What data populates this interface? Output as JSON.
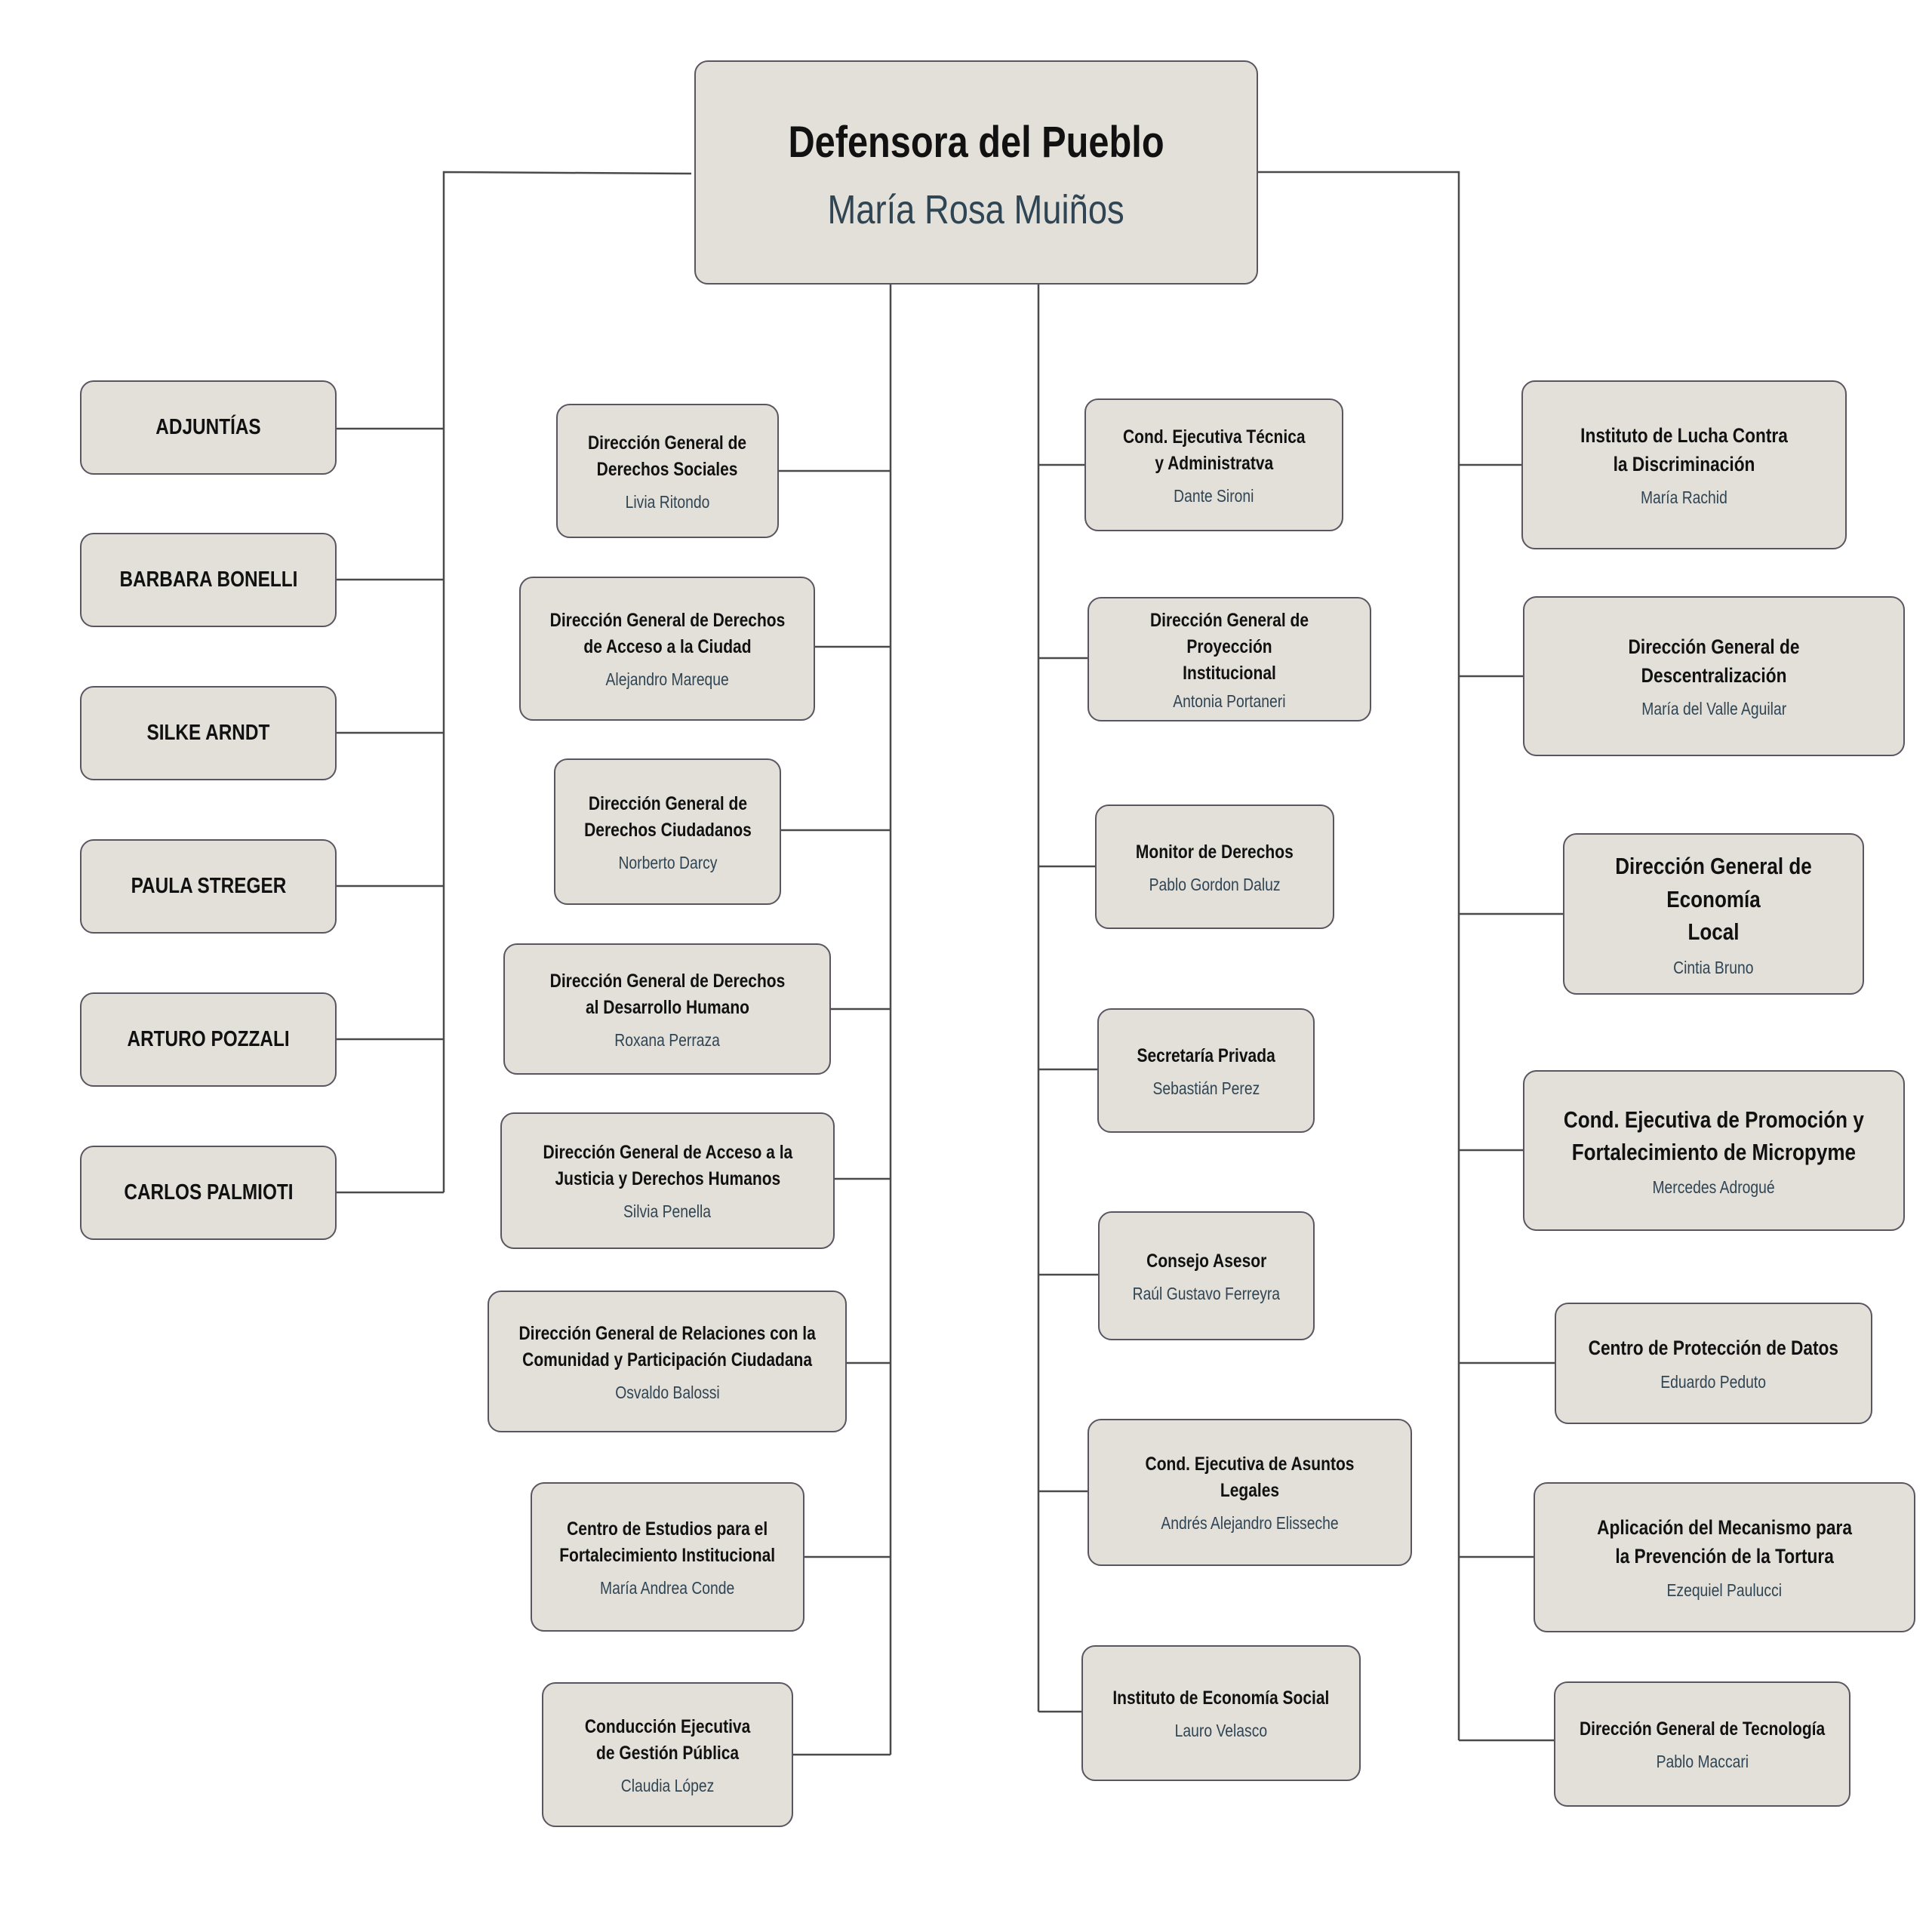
{
  "root": {
    "title": "Defensora del Pueblo",
    "name": "María Rosa Muiños"
  },
  "left": [
    "ADJUNTÍAS",
    "BARBARA BONELLI",
    "SILKE ARNDT",
    "PAULA STREGER",
    "ARTURO POZZALI",
    "CARLOS PALMIOTI"
  ],
  "center_left": [
    {
      "title": "Dirección General de\nDerechos Sociales",
      "name": "Livia Ritondo"
    },
    {
      "title": "Dirección General de Derechos\nde Acceso a la Ciudad",
      "name": "Alejandro Mareque"
    },
    {
      "title": "Dirección General de\nDerechos Ciudadanos",
      "name": "Norberto Darcy"
    },
    {
      "title": "Dirección General de Derechos\nal Desarrollo Humano",
      "name": "Roxana Perraza"
    },
    {
      "title": "Dirección General de Acceso a la\nJusticia y Derechos Humanos",
      "name": "Silvia Penella"
    },
    {
      "title": "Dirección General de Relaciones con la\nComunidad y Participación Ciudadana",
      "name": "Osvaldo Balossi"
    },
    {
      "title": "Centro de Estudios para el\nFortalecimiento Institucional",
      "name": "María Andrea Conde"
    },
    {
      "title": "Conducción Ejecutiva\nde Gestión Pública",
      "name": "Claudia López"
    }
  ],
  "center_right": [
    {
      "title": "Cond. Ejecutiva Técnica\ny Administratva",
      "name": "Dante Sironi"
    },
    {
      "title": "Dirección General de Proyección\nInstitucional",
      "name": "Antonia Portaneri"
    },
    {
      "title": "Monitor de Derechos",
      "name": "Pablo Gordon Daluz"
    },
    {
      "title": "Secretaría Privada",
      "name": "Sebastián Perez"
    },
    {
      "title": "Consejo Asesor",
      "name": "Raúl Gustavo Ferreyra"
    },
    {
      "title": "Cond. Ejecutiva de Asuntos Legales",
      "name": "Andrés Alejandro Elisseche"
    },
    {
      "title": "Instituto de Economía Social",
      "name": "Lauro Velasco"
    }
  ],
  "right": [
    {
      "title": "Instituto de Lucha Contra\nla Discriminación",
      "name": "María Rachid"
    },
    {
      "title": "Dirección General de Descentralización",
      "name": "María del Valle Aguilar"
    },
    {
      "title": "Dirección General de Economía\nLocal",
      "name": "Cintia Bruno"
    },
    {
      "title": "Cond. Ejecutiva de Promoción y\nFortalecimiento de Micropyme",
      "name": "Mercedes Adrogué"
    },
    {
      "title": "Centro de Protección de Datos",
      "name": "Eduardo Peduto"
    },
    {
      "title": "Aplicación del Mecanismo para\nla Prevención de la Tortura",
      "name": "Ezequiel Paulucci"
    },
    {
      "title": "Dirección General de Tecnología",
      "name": "Pablo Maccari"
    }
  ]
}
